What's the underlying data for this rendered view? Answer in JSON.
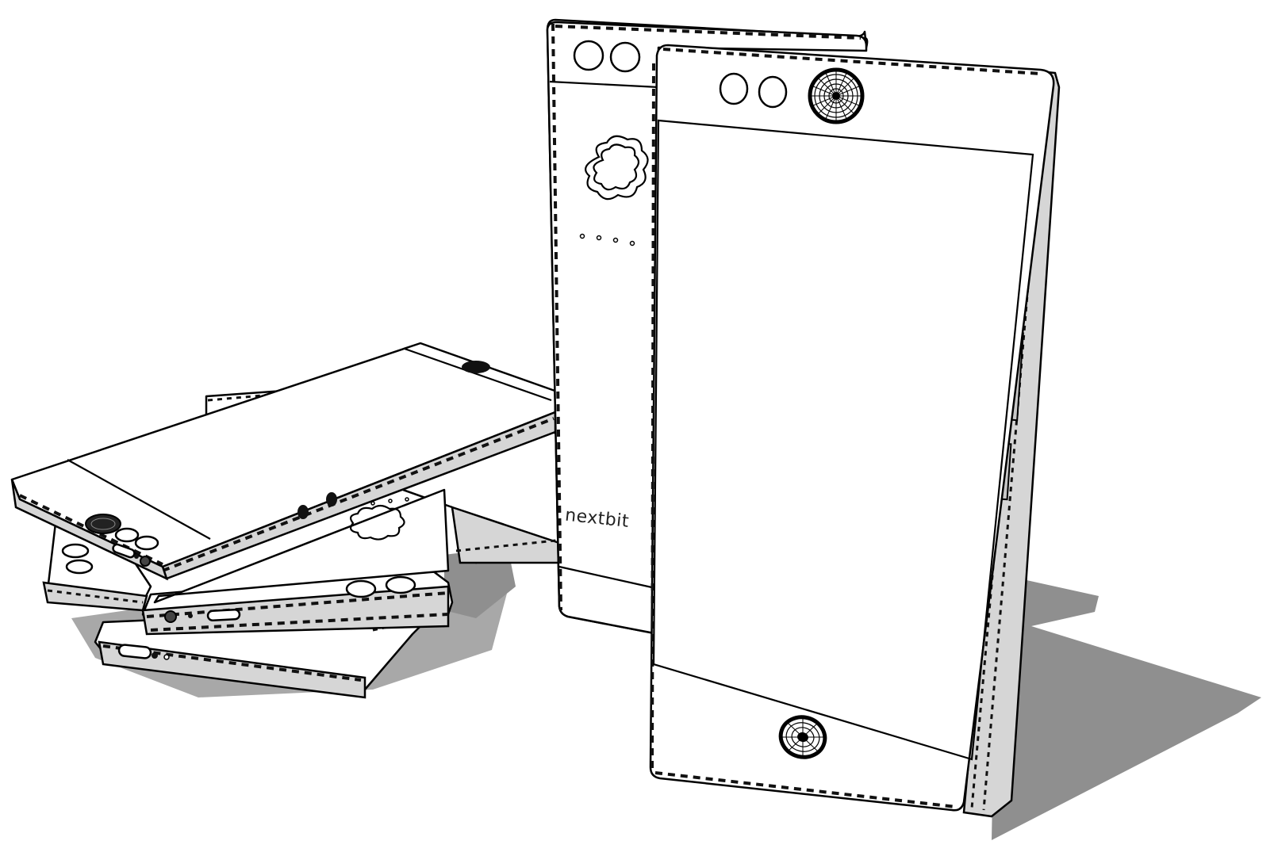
{
  "illustration": {
    "title": "Nextbit Robin phones line drawing",
    "background_color": "#ffffff",
    "shadow_color": "#8f8f8f",
    "edge_color": "#d6d6d6",
    "line_color": "#000000",
    "brand_logo_text": "nextbit",
    "objects": [
      {
        "name": "standing-phone-back",
        "view": "rear",
        "features": [
          "dual-camera-rings",
          "cloud-logo",
          "four-led-dots",
          "brand-logo"
        ]
      },
      {
        "name": "standing-phone-front",
        "view": "front",
        "features": [
          "two-sensor-rings",
          "front-camera-grille",
          "screen",
          "bottom-speaker-grille"
        ]
      },
      {
        "name": "stacked-phones",
        "count": 4,
        "features": [
          "usb-c-ports",
          "headphone-jacks",
          "speaker-grilles",
          "cloud-logo"
        ]
      }
    ]
  }
}
